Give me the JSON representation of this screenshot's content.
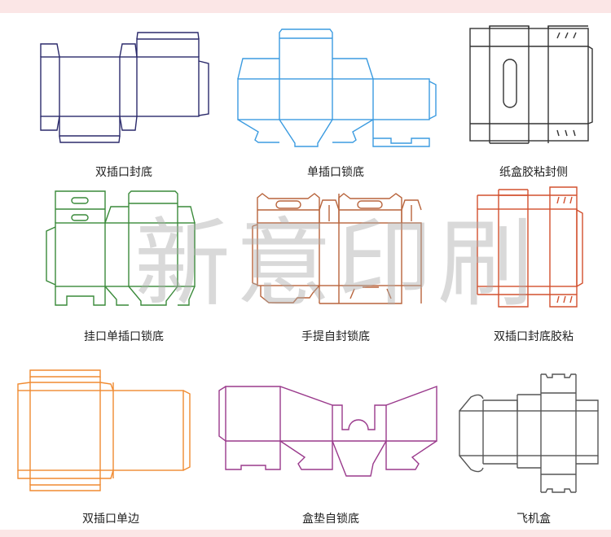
{
  "watermark": "新意印刷",
  "boxes": [
    {
      "label": "双插口封底",
      "color": "#2b2a6b"
    },
    {
      "label": "单插口锁底",
      "color": "#3b9be0"
    },
    {
      "label": "纸盒胶粘封侧",
      "color": "#333333"
    },
    {
      "label": "挂口单插口锁底",
      "color": "#3a8a3a"
    },
    {
      "label": "手提自封锁底",
      "color": "#b8643c"
    },
    {
      "label": "双插口封底胶粘",
      "color": "#d2502e"
    },
    {
      "label": "双插口单边",
      "color": "#f08a30"
    },
    {
      "label": "盒垫自锁底",
      "color": "#9a3a8c"
    },
    {
      "label": "飞机盒",
      "color": "#555555"
    }
  ]
}
